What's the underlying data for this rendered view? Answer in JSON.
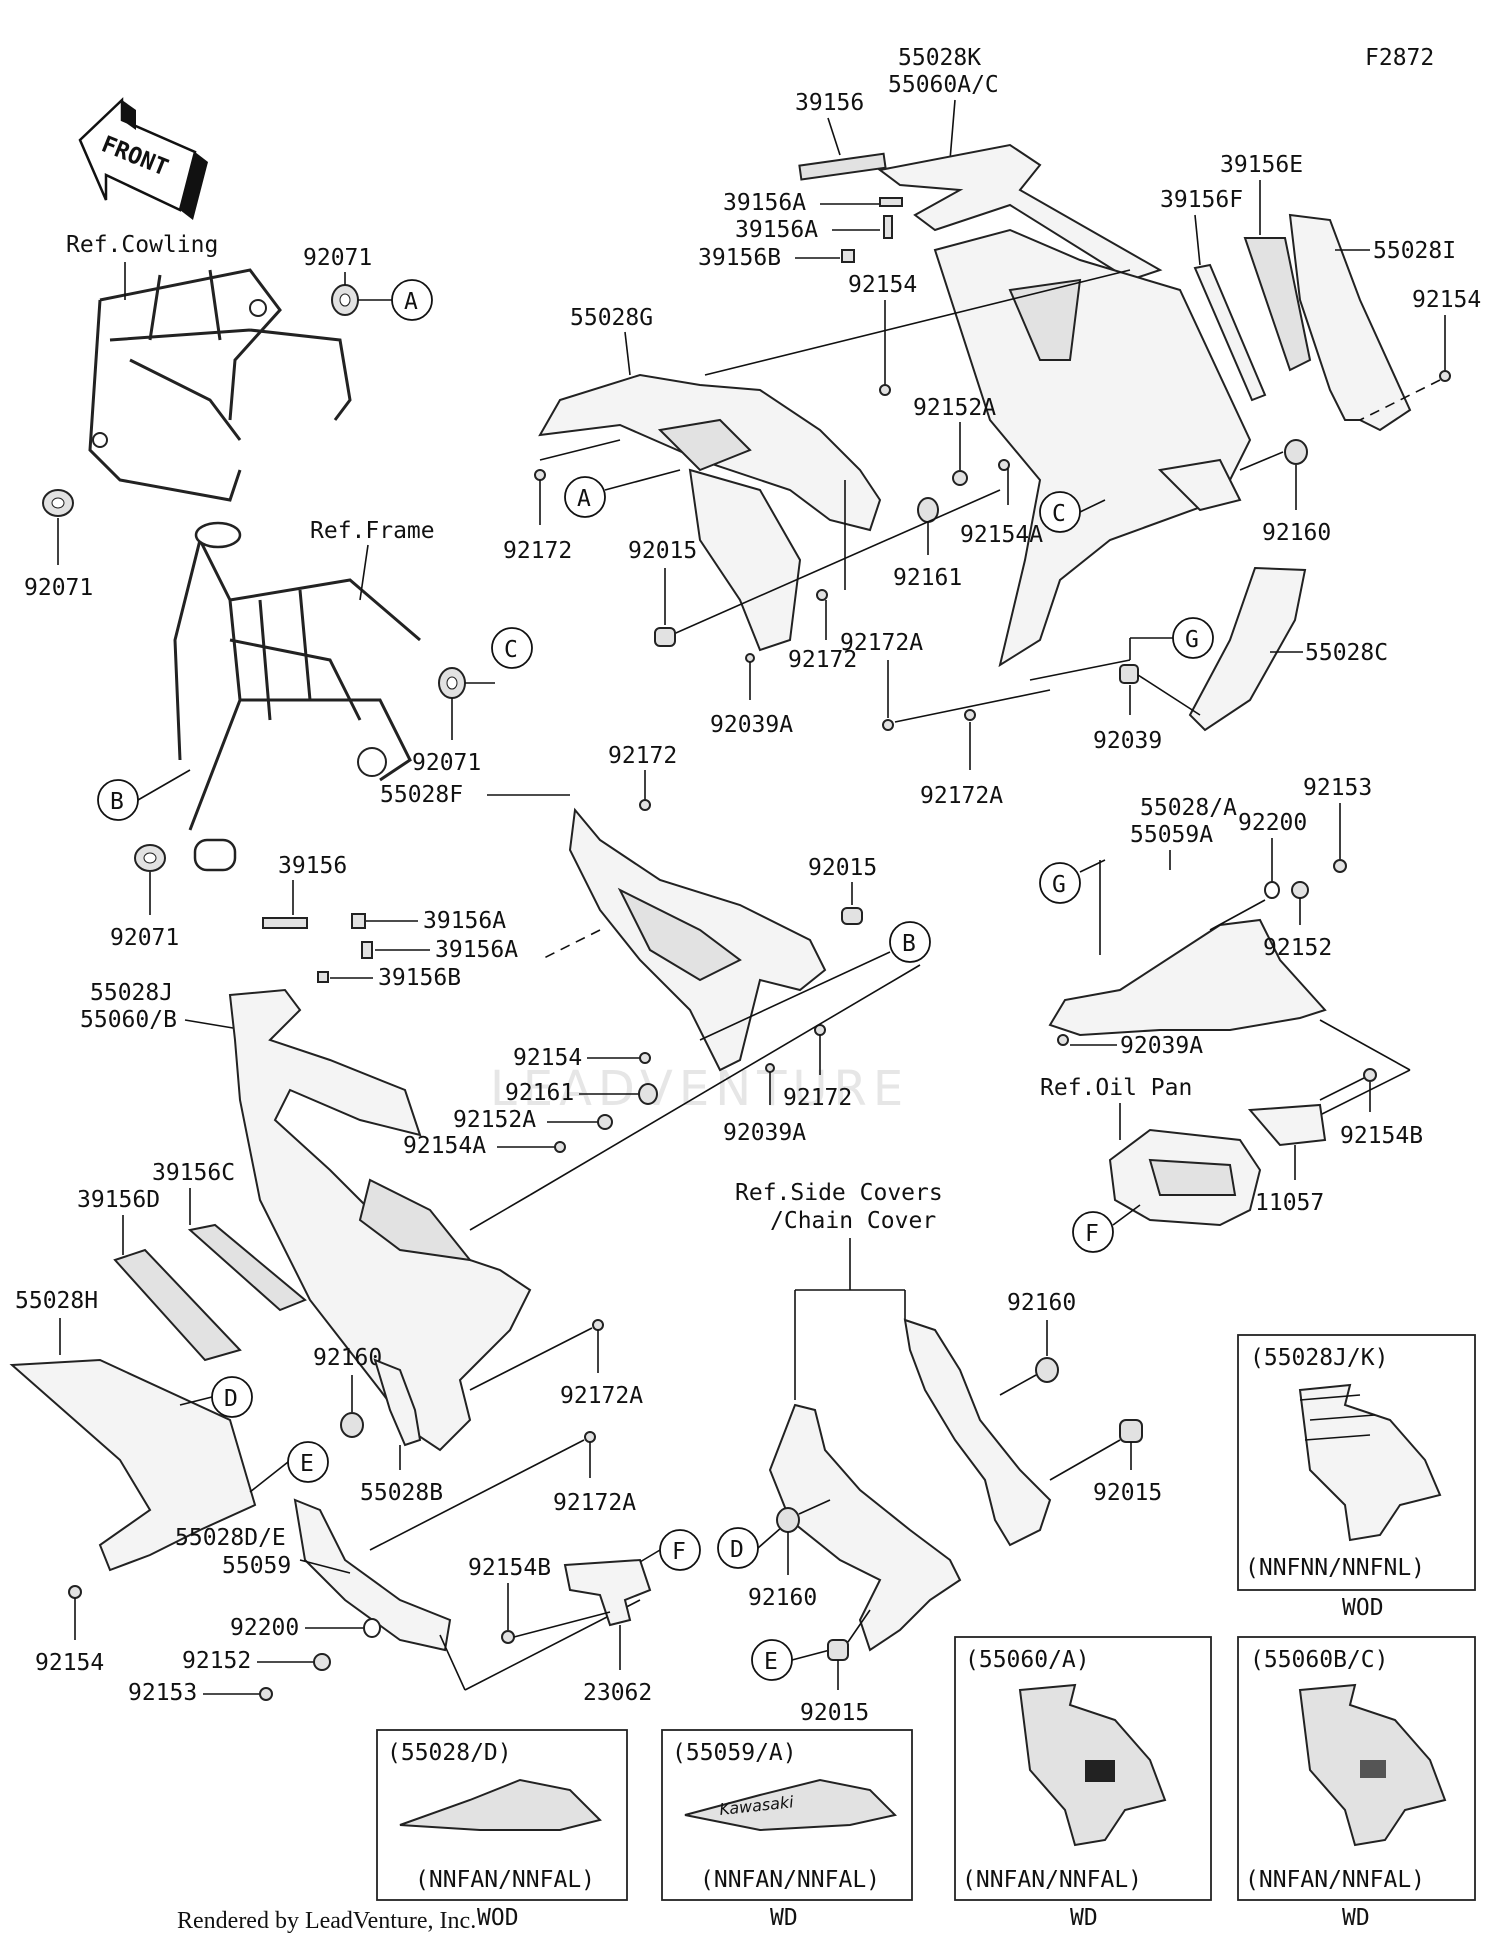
{
  "figure_code": "F2872",
  "front_label": "FRONT",
  "footer": "Rendered by LeadVenture, Inc.",
  "watermark": "LEADVENTURE",
  "refs": {
    "cowling": "Ref.Cowling",
    "frame": "Ref.Frame",
    "oil_pan": "Ref.Oil Pan",
    "side_covers_1": "Ref.Side Covers",
    "side_covers_2": "/Chain Cover"
  },
  "callouts": [
    "A",
    "B",
    "C",
    "D",
    "E",
    "F",
    "G"
  ],
  "parts": {
    "p55028k": "55028K",
    "p55060ac": "55060A/C",
    "p39156_top": "39156",
    "p39156a_1": "39156A",
    "p39156a_2": "39156A",
    "p39156b_top": "39156B",
    "p39156e": "39156E",
    "p39156f": "39156F",
    "p55028i": "55028I",
    "p92154_r": "92154",
    "p55028g": "55028G",
    "p92154_c": "92154",
    "p92152a_c": "92152A",
    "p92154a_c": "92154A",
    "p92161_c": "92161",
    "p92160_r": "92160",
    "p92172_l": "92172",
    "p92015_c": "92015",
    "p92172_c": "92172",
    "p92172a_1": "92172A",
    "p92039a_c": "92039A",
    "p92172a_2": "92172A",
    "p92039": "92039",
    "p55028c": "55028C",
    "p92071_t": "92071",
    "p92071_l": "92071",
    "p92071_m": "92071",
    "p92071_b": "92071",
    "p39156_l": "39156",
    "p39156a_3": "39156A",
    "p39156a_4": "39156A",
    "p39156b_l": "39156B",
    "p55028j": "55028J",
    "p55060b": "55060/B",
    "p55028f": "55028F",
    "p92172_m": "92172",
    "p92015_m": "92015",
    "p92154_m": "92154",
    "p92161_m": "92161",
    "p92152a_m": "92152A",
    "p92154a_m": "92154A",
    "p92172_m2": "92172",
    "p92039a_m": "92039A",
    "p55028a": "55028/A",
    "p55059a": "55059A",
    "p92200_r": "92200",
    "p92153_r": "92153",
    "p92152_r": "92152",
    "p92039a_r": "92039A",
    "p92154b_r": "92154B",
    "p11057": "11057",
    "p39156c": "39156C",
    "p39156d": "39156D",
    "p55028h": "55028H",
    "p92154_b": "92154",
    "p92160_m": "92160",
    "p55028b": "55028B",
    "p92172a_3": "92172A",
    "p92172a_4": "92172A",
    "p55028de": "55028D/E",
    "p55059": "55059",
    "p92154b_b": "92154B",
    "p92200_b": "92200",
    "p92152_b": "92152",
    "p92153_b": "92153",
    "p23062": "23062",
    "p92160_sc1": "92160",
    "p92015_sc1": "92015",
    "p92160_sc2": "92160",
    "p92015_sc2": "92015"
  },
  "variant_boxes": [
    {
      "title": "(55028J/K)",
      "code": "(NNFNN/NNFNL)",
      "footer": "WOD"
    },
    {
      "title": "(55060/A)",
      "code": "(NNFAN/NNFAL)",
      "footer": "WD"
    },
    {
      "title": "(55060B/C)",
      "code": "(NNFAN/NNFAL)",
      "footer": "WD"
    },
    {
      "title": "(55028/D)",
      "code": "(NNFAN/NNFAL)",
      "footer": "WOD"
    },
    {
      "title": "(55059/A)",
      "code": "(NNFAN/NNFAL)",
      "footer": "WD",
      "brand": "Kawasaki"
    }
  ]
}
